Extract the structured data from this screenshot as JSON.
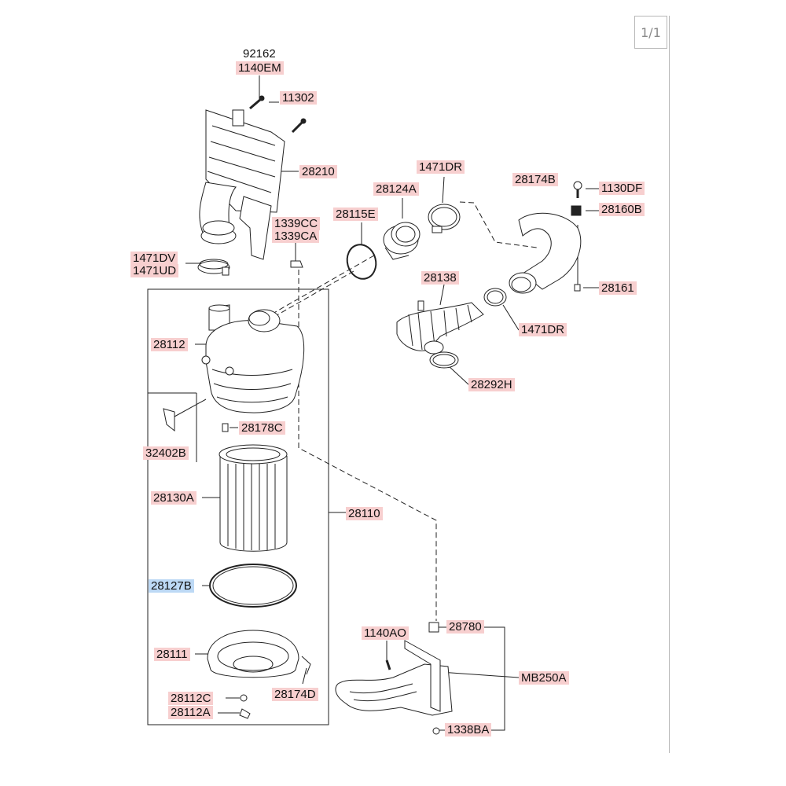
{
  "page_indicator": "1/1",
  "part_labels": {
    "p92162": "92162",
    "p1140EM": "1140EM",
    "p11302": "11302",
    "p28210": "28210",
    "p1339CC": "1339CC",
    "p1339CA": "1339CA",
    "p1471DV": "1471DV",
    "p1471UD": "1471UD",
    "p28112": "28112",
    "p32402B": "32402B",
    "p28178C": "28178C",
    "p28130A": "28130A",
    "p28110": "28110",
    "p28127B": "28127B",
    "p28111": "28111",
    "p28112C": "28112C",
    "p28112A": "28112A",
    "p28174D": "28174D",
    "p1471DR_top": "1471DR",
    "p28124A": "28124A",
    "p28115E": "28115E",
    "p28174B": "28174B",
    "p1130DF": "1130DF",
    "p28160B": "28160B",
    "p28138": "28138",
    "p28161": "28161",
    "p1471DR_mid": "1471DR",
    "p28292H": "28292H",
    "p1140AO": "1140AO",
    "p28780": "28780",
    "pMB250A": "MB250A",
    "p1338BA": "1338BA"
  },
  "highlight": {
    "pink": "#f7cfcf",
    "blue": "#bdd9f5"
  }
}
